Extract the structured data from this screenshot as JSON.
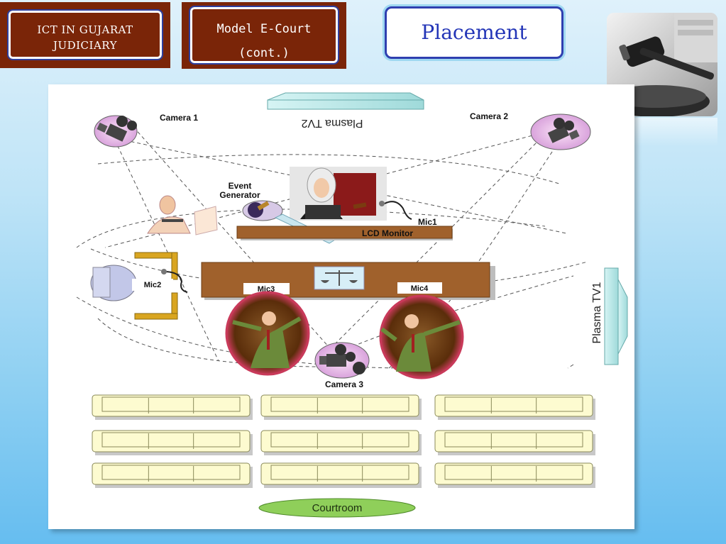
{
  "header": {
    "tag1": "ICT IN GUJARAT JUDICIARY",
    "tag2_line1": "Model E-Court",
    "tag2_line2": "(cont.)",
    "title": "Placement"
  },
  "diagram": {
    "camera1": "Camera 1",
    "camera2": "Camera 2",
    "camera3": "Camera 3",
    "plasma_tv2": "Plasma TV2",
    "plasma_tv1": "Plasma TV1",
    "event_generator_line1": "Event",
    "event_generator_line2": "Generator",
    "lcd_monitor": "LCD Monitor",
    "mic1": "Mic1",
    "mic2": "Mic2",
    "mic3": "Mic3",
    "mic4": "Mic4",
    "courtroom": "Courtroom"
  },
  "colors": {
    "header_tag_bg": "#7a2508",
    "title_text": "#2335b7",
    "title_border": "#2f3fb0",
    "desk": "#a0612c",
    "bench": "#fdfbd0",
    "courtroom_label_bg": "#8fcf5a"
  }
}
